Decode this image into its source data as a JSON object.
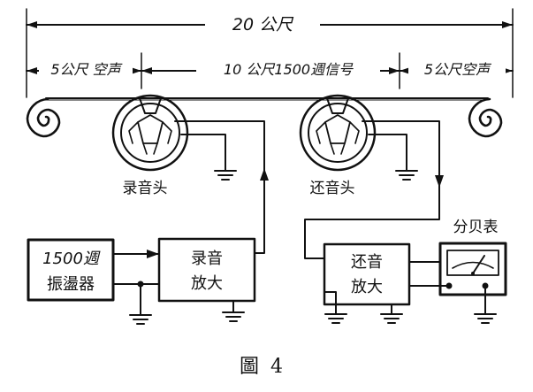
{
  "dimensions": {
    "total": "20 公尺",
    "left_segment": "5公尺 空声",
    "middle_segment": "10 公尺1500週信号",
    "right_segment": "5公尺空声"
  },
  "components": {
    "record_head": "录音头",
    "playback_head": "还音头",
    "oscillator": {
      "line1": "1500週",
      "line2": "振盪器"
    },
    "record_amp": {
      "line1": "录音",
      "line2": "放大"
    },
    "playback_amp": {
      "line1": "还音",
      "line2": "放大"
    },
    "meter": "分贝表"
  },
  "caption": "圖 4"
}
